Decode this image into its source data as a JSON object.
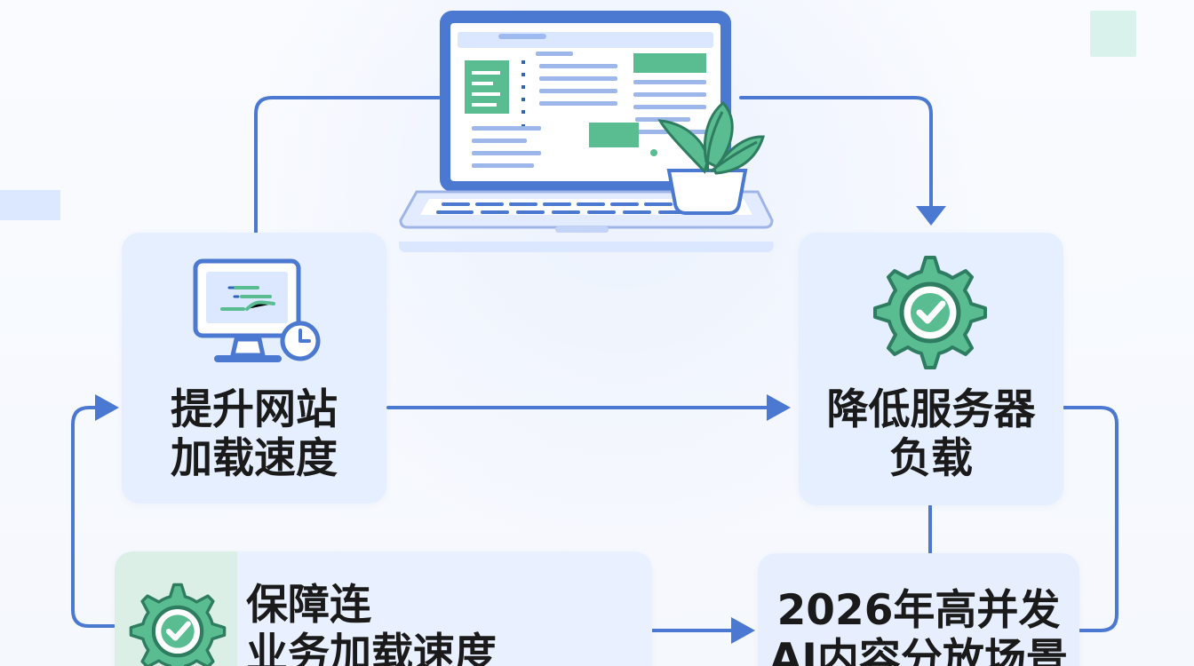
{
  "diagram": {
    "nodes": {
      "website_speed": {
        "label_line_1": "提升网站",
        "label_line_2": "加载速度"
      },
      "server_load": {
        "label_line_1": "降低服务器",
        "label_line_2": "负载"
      },
      "stable_business": {
        "label_line_1": "保障连",
        "label_line_2": "业务加载速度"
      },
      "ai_scenario": {
        "label_line_1": "2026年高并发",
        "label_line_2": "AI内容分放场景"
      }
    },
    "colors": {
      "connector": "#4b79d2",
      "accent_green": "#55bc8f",
      "card_blue": "#e6efff",
      "text": "#1a1a1a"
    },
    "icons": {
      "laptop": "laptop-illustration-icon",
      "plant": "plant-icon",
      "monitor": "monitor-clock-icon",
      "gear_check": "gear-check-icon"
    }
  }
}
